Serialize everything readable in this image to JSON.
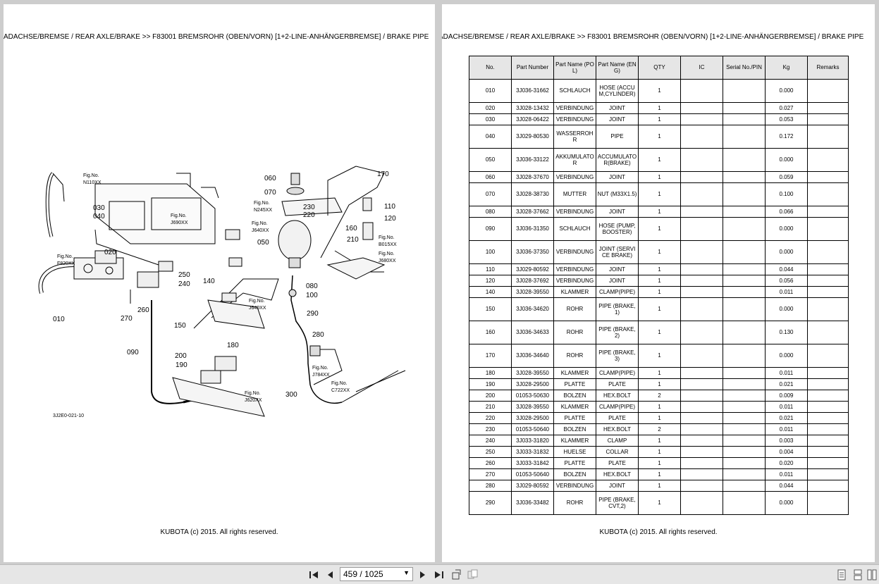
{
  "header_text": "ADACHSE/BREMSE / REAR AXLE/BRAKE >> F83001   BREMSROHR (OBEN/VORN) [1+2-LINE-ANHÄNGERBREMSE] / BRAKE PIPE",
  "footer_text": "KUBOTA (c) 2015. All rights reserved.",
  "diagram": {
    "code": "3J2E0-021-10",
    "callouts": [
      "010",
      "020",
      "030",
      "040",
      "050",
      "060",
      "070",
      "080",
      "090",
      "100",
      "110",
      "120",
      "140",
      "150",
      "160",
      "170",
      "180",
      "190",
      "200",
      "210",
      "220",
      "230",
      "240",
      "250",
      "260",
      "270",
      "280",
      "290",
      "300"
    ],
    "fig_refs": [
      [
        "Fig.No.",
        "N110XX"
      ],
      [
        "Fig.No.",
        "F820XX"
      ],
      [
        "Fig.No.",
        "J690XX"
      ],
      [
        "Fig.No.",
        "N245XX"
      ],
      [
        "Fig.No.",
        "J640XX"
      ],
      [
        "Fig.No.",
        "J640XX"
      ],
      [
        "Fig.No.",
        "B015XX"
      ],
      [
        "Fig.No.",
        "J680XX"
      ],
      [
        "Fig.No.",
        "J784XX"
      ],
      [
        "Fig.No.",
        "C722XX"
      ],
      [
        "Fig.No.",
        "J620XX"
      ]
    ]
  },
  "table": {
    "headers": [
      "No.",
      "Part Number",
      "Part Name (POL)",
      "Part Name (ENG)",
      "QTY",
      "IC",
      "Serial No./PIN",
      "Kg",
      "Remarks"
    ],
    "rows": [
      [
        "010",
        "3J036-31662",
        "SCHLAUCH",
        "HOSE (ACCUM,CYLINDER)",
        "1",
        "",
        "",
        "0.000",
        ""
      ],
      [
        "020",
        "3J028-13432",
        "VERBINDUNG",
        "JOINT",
        "1",
        "",
        "",
        "0.027",
        ""
      ],
      [
        "030",
        "3J028-06422",
        "VERBINDUNG",
        "JOINT",
        "1",
        "",
        "",
        "0.053",
        ""
      ],
      [
        "040",
        "3J029-80530",
        "WASSERROHR",
        "PIPE",
        "1",
        "",
        "",
        "0.172",
        ""
      ],
      [
        "050",
        "3J036-33122",
        "AKKUMULATOR",
        "ACCUMULATOR(BRAKE)",
        "1",
        "",
        "",
        "0.000",
        ""
      ],
      [
        "060",
        "3J028-37670",
        "VERBINDUNG",
        "JOINT",
        "1",
        "",
        "",
        "0.059",
        ""
      ],
      [
        "070",
        "3J028-38730",
        "MUTTER",
        "NUT (M33X1.5)",
        "1",
        "",
        "",
        "0.100",
        ""
      ],
      [
        "080",
        "3J028-37662",
        "VERBINDUNG",
        "JOINT",
        "1",
        "",
        "",
        "0.066",
        ""
      ],
      [
        "090",
        "3J036-31350",
        "SCHLAUCH",
        "HOSE (PUMP,BOOSTER)",
        "1",
        "",
        "",
        "0.000",
        ""
      ],
      [
        "100",
        "3J036-37350",
        "VERBINDUNG",
        "JOINT (SERVICE BRAKE)",
        "1",
        "",
        "",
        "0.000",
        ""
      ],
      [
        "110",
        "3J029-80592",
        "VERBINDUNG",
        "JOINT",
        "1",
        "",
        "",
        "0.044",
        ""
      ],
      [
        "120",
        "3J028-37692",
        "VERBINDUNG",
        "JOINT",
        "1",
        "",
        "",
        "0.056",
        ""
      ],
      [
        "140",
        "3J028-39550",
        "KLAMMER",
        "CLAMP(PIPE)",
        "1",
        "",
        "",
        "0.011",
        ""
      ],
      [
        "150",
        "3J036-34620",
        "ROHR",
        "PIPE (BRAKE,1)",
        "1",
        "",
        "",
        "0.000",
        ""
      ],
      [
        "160",
        "3J036-34633",
        "ROHR",
        "PIPE (BRAKE,2)",
        "1",
        "",
        "",
        "0.130",
        ""
      ],
      [
        "170",
        "3J036-34640",
        "ROHR",
        "PIPE (BRAKE,3)",
        "1",
        "",
        "",
        "0.000",
        ""
      ],
      [
        "180",
        "3J028-39550",
        "KLAMMER",
        "CLAMP(PIPE)",
        "1",
        "",
        "",
        "0.011",
        ""
      ],
      [
        "190",
        "3J028-29500",
        "PLATTE",
        "PLATE",
        "1",
        "",
        "",
        "0.021",
        ""
      ],
      [
        "200",
        "01053-50630",
        "BOLZEN",
        "HEX.BOLT",
        "2",
        "",
        "",
        "0.009",
        ""
      ],
      [
        "210",
        "3J028-39550",
        "KLAMMER",
        "CLAMP(PIPE)",
        "1",
        "",
        "",
        "0.011",
        ""
      ],
      [
        "220",
        "3J028-29500",
        "PLATTE",
        "PLATE",
        "1",
        "",
        "",
        "0.021",
        ""
      ],
      [
        "230",
        "01053-50640",
        "BOLZEN",
        "HEX.BOLT",
        "2",
        "",
        "",
        "0.011",
        ""
      ],
      [
        "240",
        "3J033-31820",
        "KLAMMER",
        "CLAMP",
        "1",
        "",
        "",
        "0.003",
        ""
      ],
      [
        "250",
        "3J033-31832",
        "HUELSE",
        "COLLAR",
        "1",
        "",
        "",
        "0.004",
        ""
      ],
      [
        "260",
        "3J033-31842",
        "PLATTE",
        "PLATE",
        "1",
        "",
        "",
        "0.020",
        ""
      ],
      [
        "270",
        "01053-50640",
        "BOLZEN",
        "HEX.BOLT",
        "1",
        "",
        "",
        "0.011",
        ""
      ],
      [
        "280",
        "3J029-80592",
        "VERBINDUNG",
        "JOINT",
        "1",
        "",
        "",
        "0.044",
        ""
      ],
      [
        "290",
        "3J036-33482",
        "ROHR",
        "PIPE (BRAKE,CVT,2)",
        "1",
        "",
        "",
        "0.000",
        ""
      ]
    ]
  },
  "toolbar": {
    "page_display": "459 / 1025",
    "first_page_icon": "first-page-icon",
    "prev_page_icon": "previous-page-icon",
    "next_page_icon": "next-page-icon",
    "last_page_icon": "last-page-icon"
  }
}
